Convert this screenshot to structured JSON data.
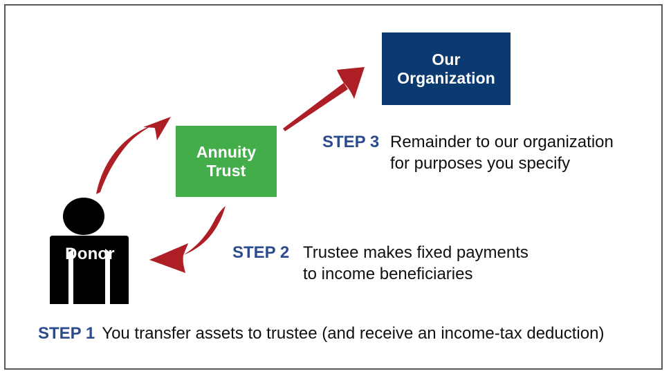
{
  "diagram": {
    "title": "Charitable Remainder Annuity Trust flow diagram",
    "colors": {
      "organization_box": "#0a3a70",
      "trust_box": "#43ae49",
      "arrow_red": "#ad1f25",
      "step_label_blue": "#2c4b8e",
      "body_text": "#101010",
      "donor_silhouette": "#000000",
      "frame_border": "#58585a",
      "background": "#ffffff"
    },
    "nodes": {
      "organization": {
        "line1": "Our",
        "line2": "Organization"
      },
      "trust": {
        "line1": "Annuity",
        "line2": "Trust"
      },
      "donor": {
        "label": "Donor"
      }
    },
    "steps": [
      {
        "number": "STEP 1",
        "lines": [
          "You transfer assets to trustee (and receive an income-tax deduction)"
        ]
      },
      {
        "number": "STEP 2",
        "lines": [
          "Trustee makes fixed payments",
          "to income beneficiaries"
        ]
      },
      {
        "number": "STEP 3",
        "lines": [
          "Remainder to our organization",
          "for purposes you specify"
        ]
      }
    ],
    "arrows": [
      {
        "name": "donor-to-trust",
        "from": "Donor",
        "to": "Annuity Trust",
        "style": "curved",
        "color": "#ad1f25"
      },
      {
        "name": "trust-to-donor",
        "from": "Annuity Trust",
        "to": "Donor",
        "style": "curved",
        "color": "#ad1f25"
      },
      {
        "name": "trust-to-organization",
        "from": "Annuity Trust",
        "to": "Our Organization",
        "style": "straight",
        "color": "#ad1f25"
      }
    ]
  }
}
